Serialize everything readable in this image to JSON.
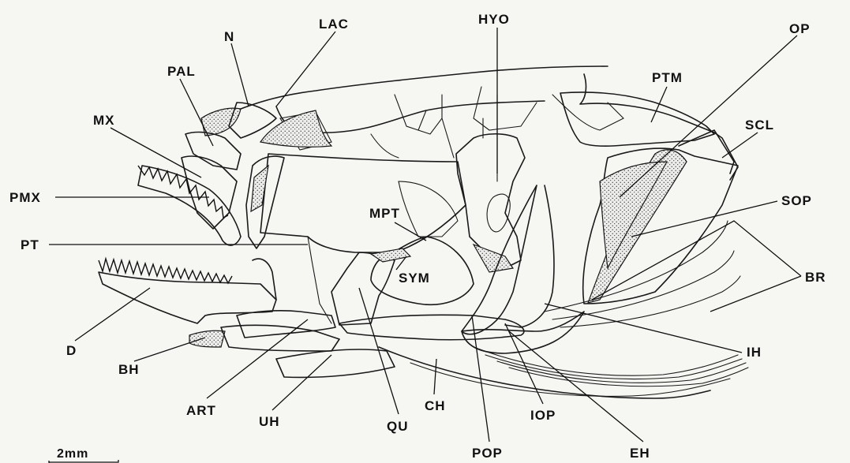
{
  "labels": {
    "N": "N",
    "LAC": "LAC",
    "HYO": "HYO",
    "OP": "OP",
    "PAL": "PAL",
    "PTM": "PTM",
    "MX": "MX",
    "SCL": "SCL",
    "PMX": "PMX",
    "SOP": "SOP",
    "MPT": "MPT",
    "PT": "PT",
    "BR": "BR",
    "SYM": "SYM",
    "D": "D",
    "IH": "IH",
    "BH": "BH",
    "ART": "ART",
    "UH": "UH",
    "QU": "QU",
    "CH": "CH",
    "IOP": "IOP",
    "POP": "POP",
    "EH": "EH"
  },
  "scale_bar": {
    "label": "2mm"
  }
}
